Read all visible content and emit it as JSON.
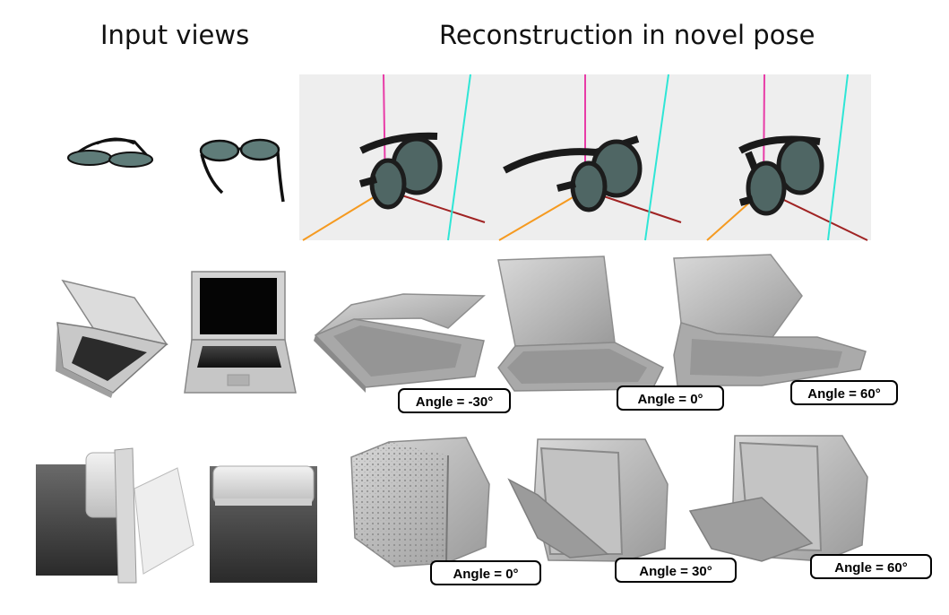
{
  "headers": {
    "input": "Input views",
    "reconstruction": "Reconstruction in novel pose"
  },
  "rows": [
    {
      "object": "glasses",
      "labels": []
    },
    {
      "object": "laptop",
      "labels": [
        "Angle = -30°",
        "Angle = 0°",
        "Angle = 60°"
      ]
    },
    {
      "object": "box",
      "labels": [
        "Angle = 0°",
        "Angle = 30°",
        "Angle = 60°"
      ]
    }
  ]
}
